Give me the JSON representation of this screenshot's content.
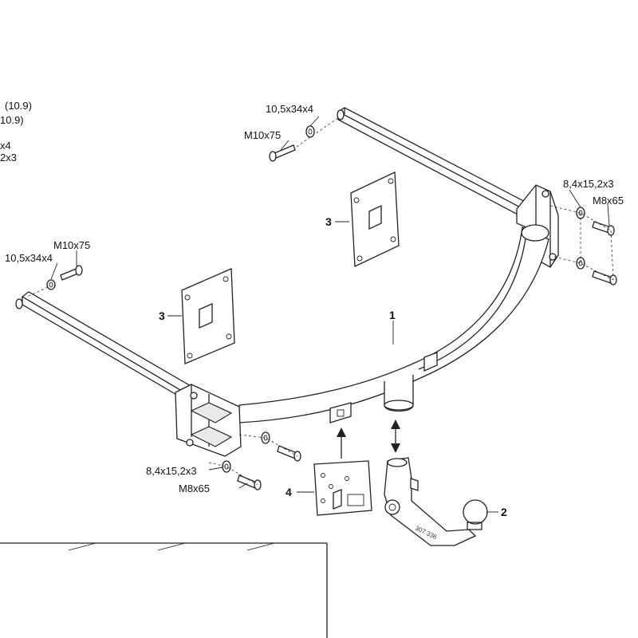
{
  "left_fragment": {
    "line1": "(10.9)",
    "line2": "10.9)",
    "line3": "x4",
    "line4": "2x3"
  },
  "labels": {
    "washer_top": "10,5x34x4",
    "bolt_top": "M10x75",
    "washer_left": "10,5x34x4",
    "bolt_left": "M10x75",
    "washer_right": "8,4x15,2x3",
    "bolt_right": "M8x65",
    "washer_bottom": "8,4x15,2x3",
    "bolt_bottom": "M8x65",
    "ballhead_marking": "307 336"
  },
  "callouts": {
    "crossbar": "1",
    "towball": "2",
    "plate_upper": "3",
    "plate_lower": "3",
    "lock_cover": "4"
  }
}
